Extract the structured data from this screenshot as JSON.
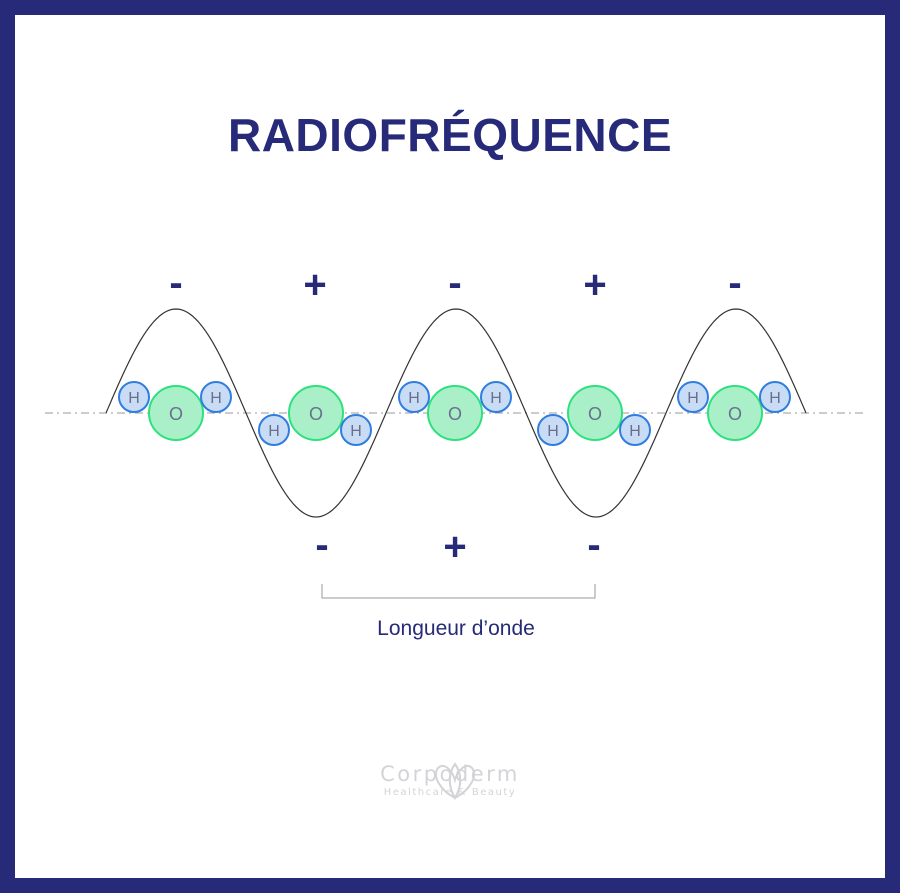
{
  "title": "RADIOFRÉQUENCE",
  "top_signs": [
    "-",
    "+",
    "-",
    "+",
    "-"
  ],
  "bottom_signs": [
    "-",
    "+",
    "-"
  ],
  "molecules": [
    {
      "oxygen": "O",
      "hydrogens": [
        "H",
        "H"
      ],
      "orientation": "up"
    },
    {
      "oxygen": "O",
      "hydrogens": [
        "H",
        "H"
      ],
      "orientation": "down"
    },
    {
      "oxygen": "O",
      "hydrogens": [
        "H",
        "H"
      ],
      "orientation": "up"
    },
    {
      "oxygen": "O",
      "hydrogens": [
        "H",
        "H"
      ],
      "orientation": "down"
    },
    {
      "oxygen": "O",
      "hydrogens": [
        "H",
        "H"
      ],
      "orientation": "up"
    }
  ],
  "wavelength_label": "Longueur d’onde",
  "brand": {
    "name": "Corpoderm",
    "tagline": "Healthcare & Beauty"
  },
  "colors": {
    "primary": "#262a78",
    "oxygen_fill": "#a9f0c8",
    "oxygen_stroke": "#2ee07e",
    "hydrogen_fill": "#c9dcf5",
    "hydrogen_stroke": "#2f7de0",
    "wave": "#333333",
    "logo": "#d4d4d8"
  }
}
